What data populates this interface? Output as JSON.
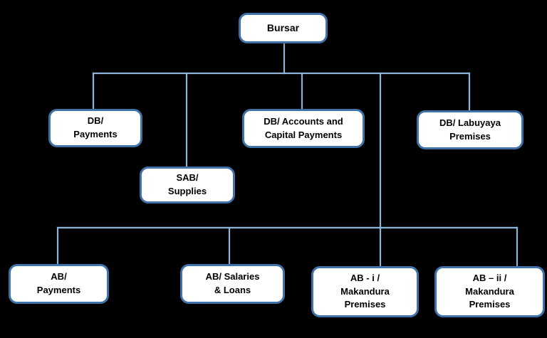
{
  "diagram": {
    "title": "Bursar Division Organisational Chart",
    "background_color": "#000000",
    "node_fill": "#ffffff",
    "node_border": "#3f72a8",
    "connector_color": "#8fb4da",
    "text_color": "#000000"
  },
  "nodes": {
    "root": {
      "id": "bursar",
      "lines": [
        "Bursar"
      ]
    },
    "level2": [
      {
        "id": "db-payments",
        "lines": [
          "DB/",
          "Payments"
        ]
      },
      {
        "id": "sab-supplies",
        "lines": [
          "SAB/",
          "Supplies"
        ]
      },
      {
        "id": "db-accounts-capital-payments",
        "lines": [
          "DB/ Accounts and",
          "Capital Payments"
        ]
      },
      {
        "id": "db-labuyaya-premises",
        "lines": [
          "DB/ Labuyaya",
          "Premises"
        ]
      }
    ],
    "level3": [
      {
        "id": "ab-payments",
        "lines": [
          "AB/",
          "Payments"
        ]
      },
      {
        "id": "ab-salaries-loans",
        "lines": [
          "AB/ Salaries",
          "& Loans"
        ]
      },
      {
        "id": "ab-i-makandura-premises",
        "lines": [
          "AB - i /",
          "Makandura",
          "Premises"
        ]
      },
      {
        "id": "ab-ii-makandura-premises",
        "lines": [
          "AB – ii /",
          "Makandura",
          "Premises"
        ]
      }
    ]
  }
}
